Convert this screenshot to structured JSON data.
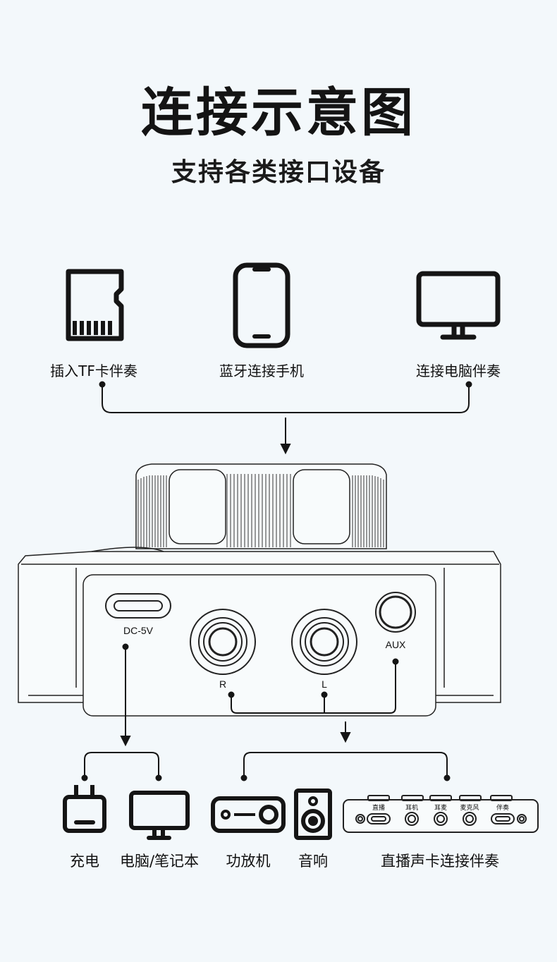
{
  "title": "连接示意图",
  "subtitle": "支持各类接口设备",
  "top_devices": [
    {
      "icon": "tf-card-icon",
      "label": "插入TF卡伴奏"
    },
    {
      "icon": "phone-icon",
      "label": "蓝牙连接手机"
    },
    {
      "icon": "monitor-icon",
      "label": "连接电脑伴奏"
    }
  ],
  "ports": {
    "dc": "DC-5V",
    "r": "R",
    "l": "L",
    "aux": "AUX"
  },
  "bottom_devices": [
    {
      "icon": "charger-icon",
      "label": "充电"
    },
    {
      "icon": "laptop-monitor-icon",
      "label": "电脑/笔记本"
    },
    {
      "icon": "amplifier-icon",
      "label": "功放机"
    },
    {
      "icon": "speaker-icon",
      "label": "音响"
    },
    {
      "icon": "sound-card-icon",
      "label": "直播声卡连接伴奏"
    }
  ],
  "sound_card_ports": [
    "直播",
    "耳机",
    "耳麦",
    "麦克风",
    "伴奏"
  ]
}
